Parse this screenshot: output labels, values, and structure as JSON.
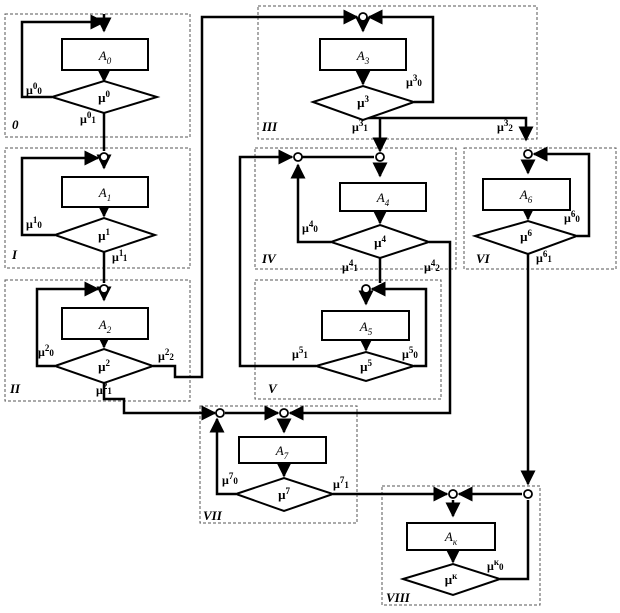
{
  "blocks": [
    {
      "name": "A",
      "sub": "0"
    },
    {
      "name": "A",
      "sub": "1"
    },
    {
      "name": "A",
      "sub": "2"
    },
    {
      "name": "A",
      "sub": "3"
    },
    {
      "name": "A",
      "sub": "4"
    },
    {
      "name": "A",
      "sub": "5"
    },
    {
      "name": "A",
      "sub": "6"
    },
    {
      "name": "A",
      "sub": "7"
    },
    {
      "name": "A",
      "sub": "к"
    }
  ],
  "decisions": [
    {
      "name": "μ",
      "sup": "0"
    },
    {
      "name": "μ",
      "sup": "1"
    },
    {
      "name": "μ",
      "sup": "2"
    },
    {
      "name": "μ",
      "sup": "3"
    },
    {
      "name": "μ",
      "sup": "4"
    },
    {
      "name": "μ",
      "sup": "5"
    },
    {
      "name": "μ",
      "sup": "6"
    },
    {
      "name": "μ",
      "sup": "7"
    },
    {
      "name": "μ",
      "sup": "к"
    }
  ],
  "regions": [
    "0",
    "I",
    "II",
    "III",
    "IV",
    "V",
    "VI",
    "VII",
    "VIII"
  ],
  "outputs": [
    {
      "base": "μ",
      "sup": "0",
      "sub": "0"
    },
    {
      "base": "μ",
      "sup": "0",
      "sub": "1"
    },
    {
      "base": "μ",
      "sup": "1",
      "sub": "0"
    },
    {
      "base": "μ",
      "sup": "1",
      "sub": "1"
    },
    {
      "base": "μ",
      "sup": "2",
      "sub": "0"
    },
    {
      "base": "μ",
      "sup": "2",
      "sub": "1"
    },
    {
      "base": "μ",
      "sup": "2",
      "sub": "2"
    },
    {
      "base": "μ",
      "sup": "3",
      "sub": "0"
    },
    {
      "base": "μ",
      "sup": "3",
      "sub": "1"
    },
    {
      "base": "μ",
      "sup": "3",
      "sub": "2"
    },
    {
      "base": "μ",
      "sup": "4",
      "sub": "0"
    },
    {
      "base": "μ",
      "sup": "4",
      "sub": "1"
    },
    {
      "base": "μ",
      "sup": "4",
      "sub": "2"
    },
    {
      "base": "μ",
      "sup": "5",
      "sub": "0"
    },
    {
      "base": "μ",
      "sup": "5",
      "sub": "1"
    },
    {
      "base": "μ",
      "sup": "6",
      "sub": "0"
    },
    {
      "base": "μ",
      "sup": "6",
      "sub": "1"
    },
    {
      "base": "μ",
      "sup": "7",
      "sub": "0"
    },
    {
      "base": "μ",
      "sup": "7",
      "sub": "1"
    },
    {
      "base": "μ",
      "sup": "к",
      "sub": "0"
    }
  ]
}
